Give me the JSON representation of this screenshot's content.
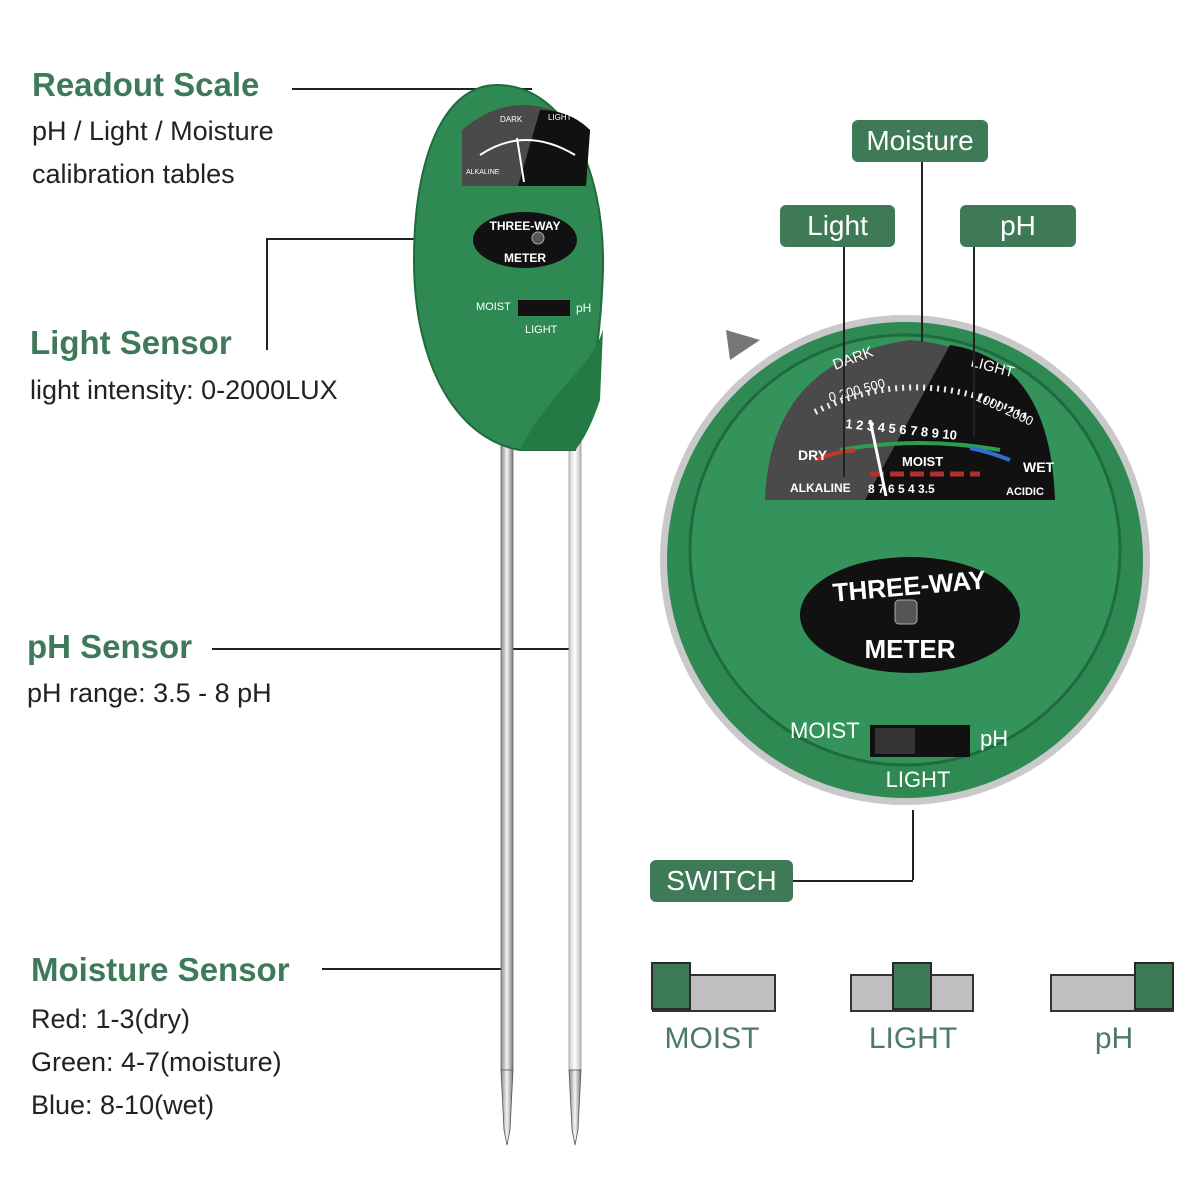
{
  "callouts": {
    "readout": {
      "title": "Readout Scale",
      "lines": [
        "pH / Light / Moisture",
        "calibration tables"
      ]
    },
    "light": {
      "title": "Light Sensor",
      "lines": [
        "light intensity: 0-2000LUX"
      ]
    },
    "ph": {
      "title": "pH Sensor",
      "lines": [
        "pH range: 3.5 - 8 pH"
      ]
    },
    "moisture": {
      "title": "Moisture Sensor",
      "lines": [
        "Red: 1-3(dry)",
        "Green: 4-7(moisture)",
        "Blue: 8-10(wet)"
      ]
    }
  },
  "tags": {
    "moisture": "Moisture",
    "light": "Light",
    "ph": "pH",
    "switch": "SWITCH"
  },
  "meter": {
    "brand_top": "THREE-WAY",
    "brand_bottom": "METER",
    "dial": {
      "dark": "DARK",
      "light": "LIGHT",
      "lux_low": "0 200 500",
      "lux_high": "1000 2000",
      "moist_scale": "1 2 3 4 5 6 7 8 9 10",
      "dry": "DRY",
      "moist": "MOIST",
      "wet": "WET",
      "alkaline": "ALKALINE",
      "ph_scale": "8 7 6 5 4 3.5",
      "acidic": "ACIDIC"
    },
    "switch": {
      "left": "MOIST",
      "right": "pH",
      "bottom": "LIGHT"
    }
  },
  "switch_positions": [
    {
      "label": "MOIST",
      "position": "left"
    },
    {
      "label": "LIGHT",
      "position": "center"
    },
    {
      "label": "pH",
      "position": "right"
    }
  ],
  "colors": {
    "accent": "#3e7a5a",
    "body": "#2e8a52",
    "dry": "#c0392b",
    "moist": "#2e9e4e",
    "wet": "#2f6fd0"
  }
}
